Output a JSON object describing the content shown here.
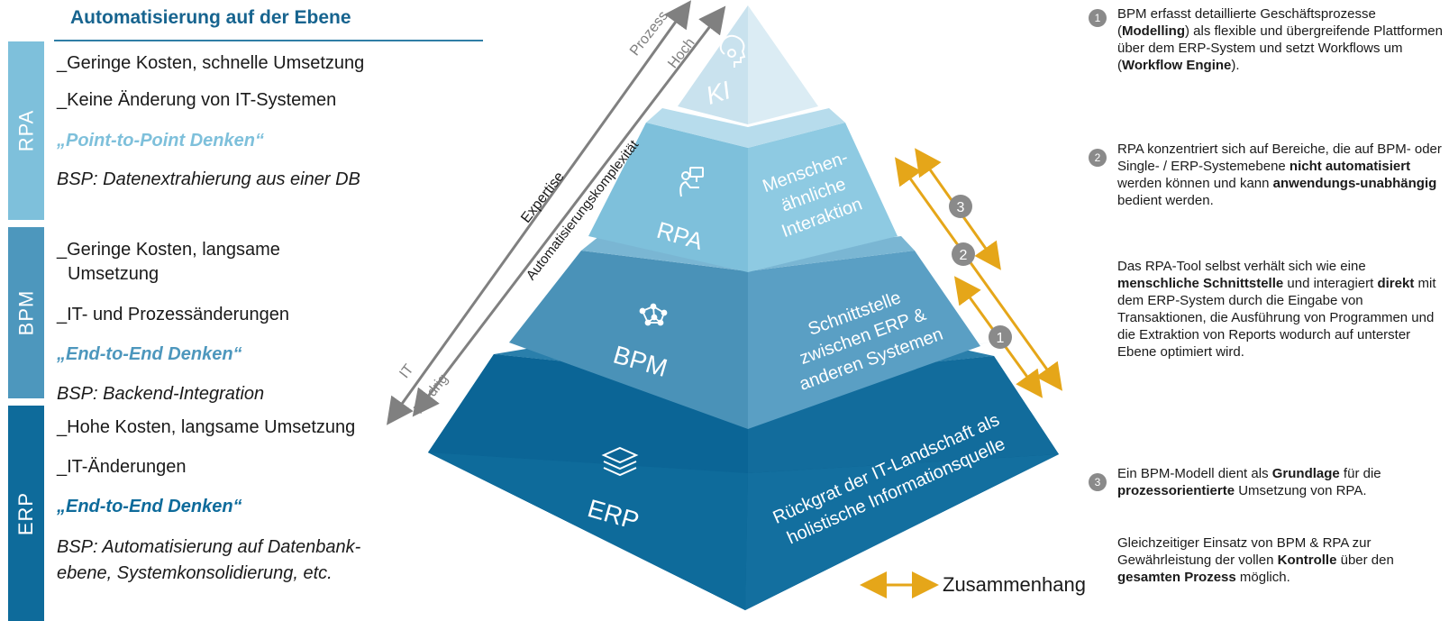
{
  "left": {
    "heading": "Automatisierung auf der Ebene",
    "levels": [
      {
        "name": "RPA",
        "lines": [
          "_Geringe Kosten, schnelle Umsetzung",
          "_Keine Änderung von IT-Systemen",
          "„Point-to-Point Denken“",
          "BSP: Datenextrahierung aus einer DB"
        ]
      },
      {
        "name": "BPM",
        "lines": [
          "_Geringe Kosten, langsame",
          "Umsetzung",
          "_IT- und Prozessänderungen",
          "„End-to-End Denken“",
          "BSP: Backend-Integration"
        ]
      },
      {
        "name": "ERP",
        "lines": [
          "_Hohe Kosten, langsame Umsetzung",
          "_IT-Änderungen",
          "„End-to-End Denken“",
          "BSP: Automatisierung auf Datenbank-",
          "ebene, Systemkonsolidierung, etc."
        ]
      }
    ]
  },
  "axes": {
    "outer_top": "Prozess",
    "outer_mid": "Expertise",
    "outer_bottom": "IT",
    "inner_top": "Hoch",
    "inner_mid": "Automatisierungskomplexität",
    "inner_bottom": "Niedrig"
  },
  "pyramid": {
    "tiers": [
      {
        "front": "KI",
        "side": [],
        "icon": "brain-head-icon"
      },
      {
        "front": "RPA",
        "side": [
          "Menschen-",
          "ähnliche",
          "Interaktion"
        ],
        "icon": "person-at-computer-icon"
      },
      {
        "front": "BPM",
        "side": [
          "Schnittstelle",
          "zwischen ERP &",
          "anderen Systemen"
        ],
        "icon": "network-icon"
      },
      {
        "front": "ERP",
        "side": [
          "Rückgrat der IT-Landschaft als",
          "holistische Informationsquelle"
        ],
        "icon": "layers-icon"
      }
    ],
    "markers": [
      "1",
      "2",
      "3"
    ]
  },
  "legend": {
    "label": "Zusammenhang"
  },
  "notes": [
    {
      "num": "1",
      "segments": [
        {
          "t": "BPM erfasst detaillierte Geschäftsprozesse (",
          "b": false
        },
        {
          "t": "Modelling",
          "b": true
        },
        {
          "t": ") als flexible und übergreifende Plattformen über dem ERP-System und setzt Workflows um (",
          "b": false
        },
        {
          "t": "Workflow Engine",
          "b": true
        },
        {
          "t": ").",
          "b": false
        }
      ]
    },
    {
      "num": "2",
      "segments": [
        {
          "t": "RPA konzentriert sich auf Bereiche, die auf BPM- oder Single- / ERP-Systemebene ",
          "b": false
        },
        {
          "t": "nicht automatisiert",
          "b": true
        },
        {
          "t": " werden können und kann ",
          "b": false
        },
        {
          "t": "anwendungs-unabhängig",
          "b": true
        },
        {
          "t": " bedient werden.",
          "b": false
        }
      ],
      "segments2": [
        {
          "t": "Das RPA-Tool selbst verhält sich wie eine ",
          "b": false
        },
        {
          "t": "menschliche Schnittstelle",
          "b": true
        },
        {
          "t": " und interagiert ",
          "b": false
        },
        {
          "t": "direkt",
          "b": true
        },
        {
          "t": " mit dem ERP-System durch die Eingabe von Transaktionen, die Ausführung von Programmen und die Extraktion von Reports wodurch auf unterster Ebene optimiert wird.",
          "b": false
        }
      ]
    },
    {
      "num": "3",
      "segments": [
        {
          "t": "Ein BPM-Modell dient als ",
          "b": false
        },
        {
          "t": "Grundlage",
          "b": true
        },
        {
          "t": " für die ",
          "b": false
        },
        {
          "t": "prozessorientierte",
          "b": true
        },
        {
          "t": " Umsetzung von RPA.",
          "b": false
        }
      ],
      "segments2": [
        {
          "t": "Gleichzeitiger Einsatz von BPM & RPA zur Gewährleistung der vollen ",
          "b": false
        },
        {
          "t": "Kontrolle",
          "b": true
        },
        {
          "t": " über den ",
          "b": false
        },
        {
          "t": "gesamten Prozess",
          "b": true
        },
        {
          "t": " möglich.",
          "b": false
        }
      ]
    }
  ],
  "colors": {
    "ki": "#d5e8f1",
    "rpa": "#7ec0db",
    "bpm": "#4d97bd",
    "erp": "#0e6b9b",
    "accent": "#e5a619",
    "heading": "#17648f"
  }
}
